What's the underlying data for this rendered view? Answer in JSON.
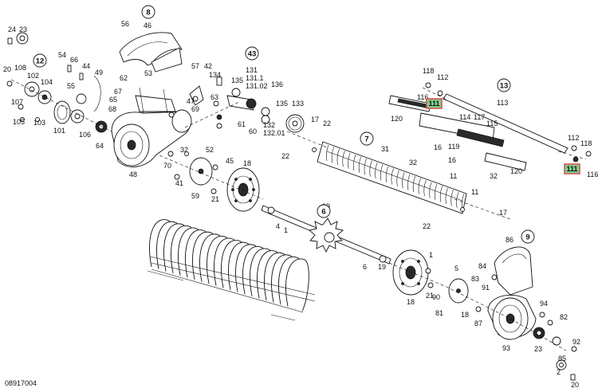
{
  "diagram": {
    "reference_code": "08917004",
    "highlight_color": "#d9534f",
    "highlight_fill": "#7fcf8f",
    "group_labels": [
      "8",
      "12",
      "43",
      "13",
      "7",
      "6",
      "9"
    ],
    "highlighted_labels": [
      "111",
      "111"
    ],
    "part_labels": [
      "24",
      "23",
      "56",
      "46",
      "20",
      "108",
      "102",
      "104",
      "54",
      "66",
      "44",
      "49",
      "62",
      "57",
      "42",
      "55",
      "67",
      "65",
      "68",
      "107",
      "105",
      "103",
      "101",
      "106",
      "64",
      "53",
      "47",
      "48",
      "134",
      "135",
      "131",
      "131.1",
      "131.02",
      "136",
      "63",
      "69",
      "135",
      "133",
      "61",
      "60",
      "132",
      "132.01",
      "118",
      "112",
      "116",
      "113",
      "120",
      "114",
      "117",
      "115",
      "119",
      "112",
      "118",
      "120",
      "116",
      "22",
      "17",
      "22",
      "31",
      "16",
      "32",
      "11",
      "16",
      "32",
      "11",
      "17",
      "22",
      "32",
      "52",
      "70",
      "41",
      "59",
      "45",
      "21",
      "18",
      "4",
      "1",
      "19",
      "6",
      "19",
      "1",
      "21",
      "18",
      "5",
      "84",
      "86",
      "83",
      "91",
      "90",
      "18",
      "87",
      "81",
      "94",
      "82",
      "92",
      "2",
      "23",
      "93",
      "85",
      "20",
      "24"
    ]
  }
}
